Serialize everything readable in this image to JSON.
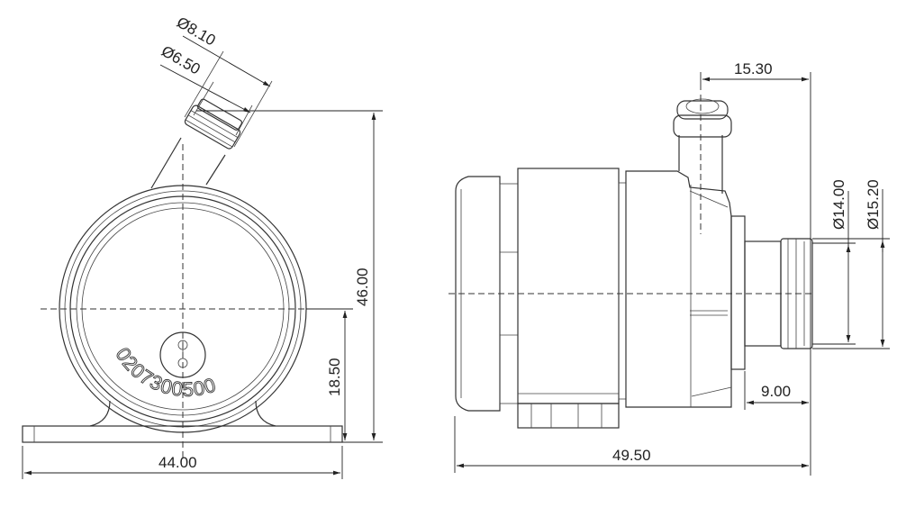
{
  "front_view": {
    "dim_outer_dia": "Ø8.10",
    "dim_inner_dia": "Ø6.50",
    "dim_height": "46.00",
    "dim_center_height": "18.50",
    "dim_width": "44.00",
    "serial_number": "0207300500"
  },
  "side_view": {
    "dim_outlet_offset": "15.30",
    "dim_inlet_inner_dia": "Ø14.00",
    "dim_inlet_outer_dia": "Ø15.20",
    "dim_inlet_length": "9.00",
    "dim_total_length": "49.50"
  }
}
